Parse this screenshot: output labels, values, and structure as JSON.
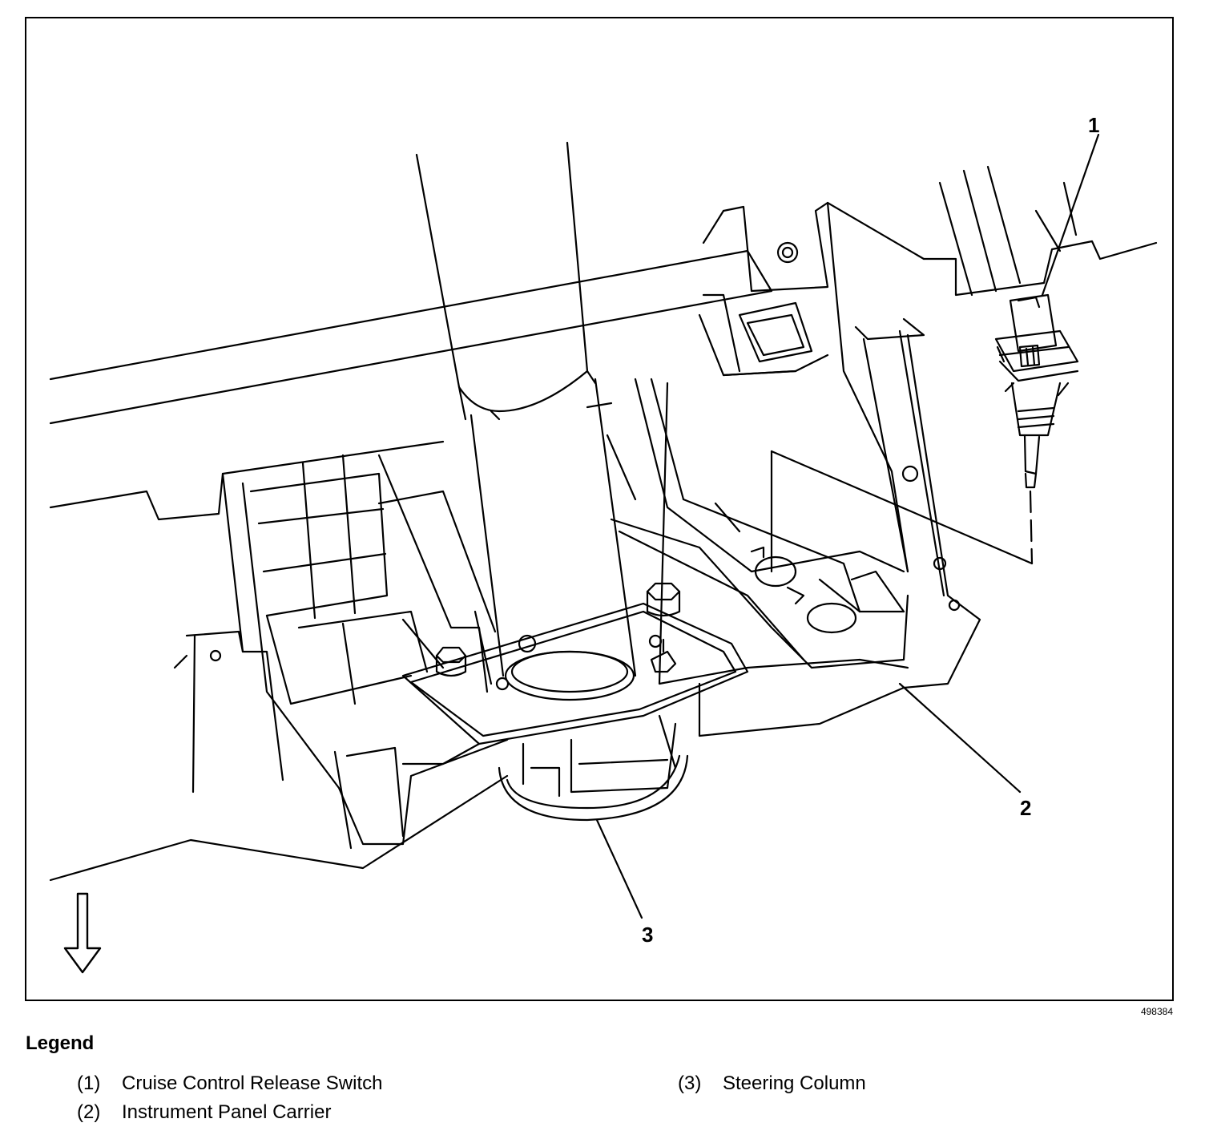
{
  "callouts": {
    "c1": "1",
    "c2": "2",
    "c3": "3"
  },
  "figure_id": "498384",
  "legend": {
    "title": "Legend",
    "items": [
      {
        "num": "(1)",
        "label": "Cruise Control Release Switch"
      },
      {
        "num": "(2)",
        "label": "Instrument Panel Carrier"
      },
      {
        "num": "(3)",
        "label": "Steering Column"
      }
    ]
  },
  "icons": {
    "direction": "arrow-down-icon"
  },
  "colors": {
    "line": "#000000",
    "background": "#ffffff"
  }
}
